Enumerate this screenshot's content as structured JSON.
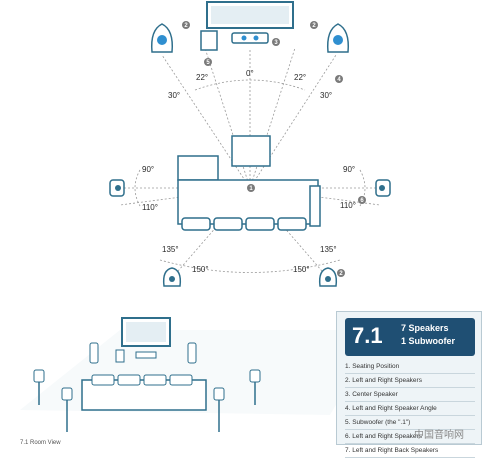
{
  "angles": {
    "a22_left": "22°",
    "a0": "0°",
    "a22_right": "22°",
    "a30_left": "30°",
    "a30_right": "30°",
    "a90_left": "90°",
    "a90_right": "90°",
    "a110_left": "110°",
    "a110_right": "110°",
    "a135_left": "135°",
    "a135_right": "135°",
    "a150_left": "150°",
    "a150_right": "150°"
  },
  "badges": {
    "b1": "1",
    "b2_front_left": "2",
    "b2_front_right": "2",
    "b2_rear_right": "2",
    "b3": "3",
    "b4": "4",
    "b5": "5",
    "b6": "6"
  },
  "legend": {
    "number": "7.1",
    "title_line1": "7 Speakers",
    "title_line2": "1 Subwoofer",
    "items": [
      "1. Seating Position",
      "2. Left and Right Speakers",
      "3. Center Speaker",
      "4. Left and Right Speaker Angle",
      "5. Subwoofer (the \".1\")",
      "6. Left and Right Speakers",
      "7. Left and Right Back Speakers"
    ]
  },
  "caption": "7.1 Room View",
  "watermark": "中国音响网",
  "colors": {
    "outline": "#2f6f8c",
    "accent": "#2f8fd0",
    "badge": "#7a7a7a",
    "legend_header": "#1f4f73"
  }
}
